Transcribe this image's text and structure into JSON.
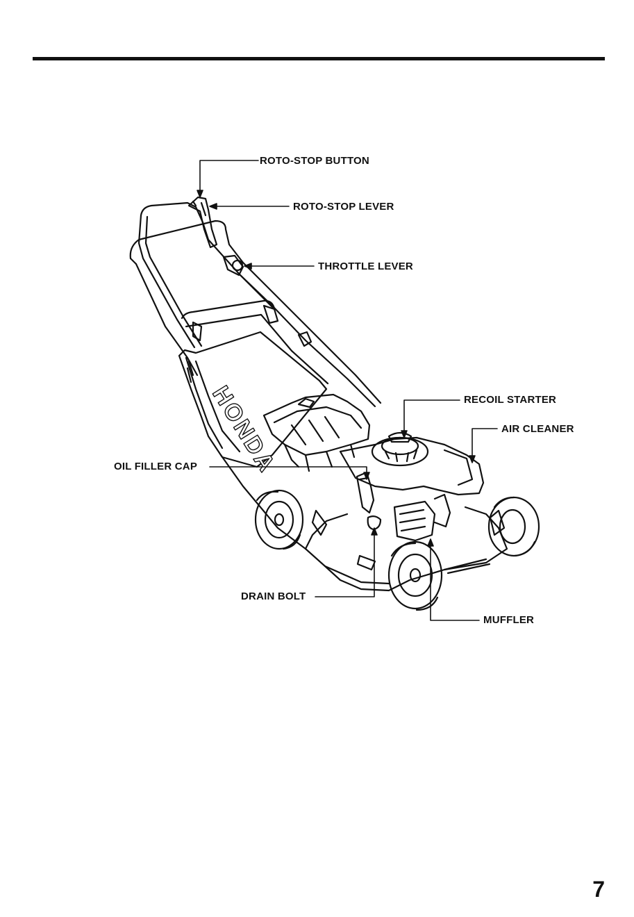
{
  "diagram": {
    "labels": {
      "roto_stop_button": "ROTO-STOP BUTTON",
      "roto_stop_lever": "ROTO-STOP LEVER",
      "throttle_lever": "THROTTLE LEVER",
      "recoil_starter": "RECOIL STARTER",
      "air_cleaner": "AIR CLEANER",
      "oil_filler_cap": "OIL FILLER CAP",
      "drain_bolt": "DRAIN BOLT",
      "muffler": "MUFFLER"
    },
    "brand_mark": "HONDA"
  },
  "page": {
    "number": "7"
  }
}
